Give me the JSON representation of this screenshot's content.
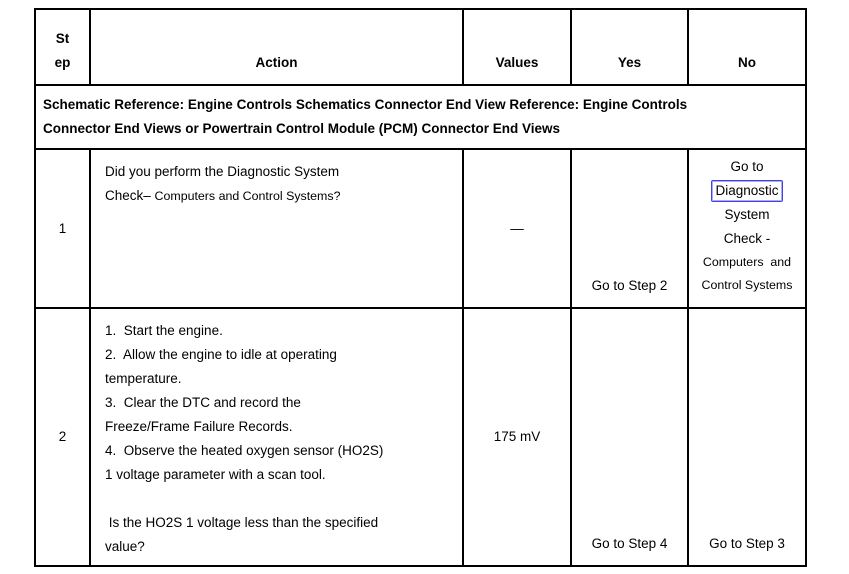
{
  "table": {
    "header": {
      "step": "St\nep",
      "action": "Action",
      "values": "Values",
      "yes": "Yes",
      "no": "No"
    },
    "schematic_note": "Schematic Reference: Engine Controls Schematics Connector End View Reference: Engine Controls\nConnector End Views or Powertrain Control Module (PCM) Connector End Views",
    "rows": [
      {
        "step": "1",
        "action_line1": "Did you perform the Diagnostic System",
        "action_line2_prefix": "Check– ",
        "action_line2_small": "Computers and Control Systems?",
        "values": "—",
        "yes": "Go to Step 2",
        "no": {
          "line1": "Go to",
          "link_word": "Diagnostic",
          "line3": "System",
          "line4": "Check -",
          "line5": "Computers  and",
          "line6": "Control Systems"
        }
      },
      {
        "step": "2",
        "action": "1.  Start the engine.\n2.  Allow the engine to idle at operating\ntemperature.\n3.  Clear the DTC and record the\nFreeze/Frame Failure Records.\n4.  Observe the heated oxygen sensor (HO2S)\n1 voltage parameter with a scan tool.\n\n Is the HO2S 1 voltage less than the specified\nvalue?",
        "values": "175 mV",
        "yes": "Go to Step 4",
        "no": "Go to Step 3"
      }
    ],
    "link_box_color": "#4444dd"
  }
}
